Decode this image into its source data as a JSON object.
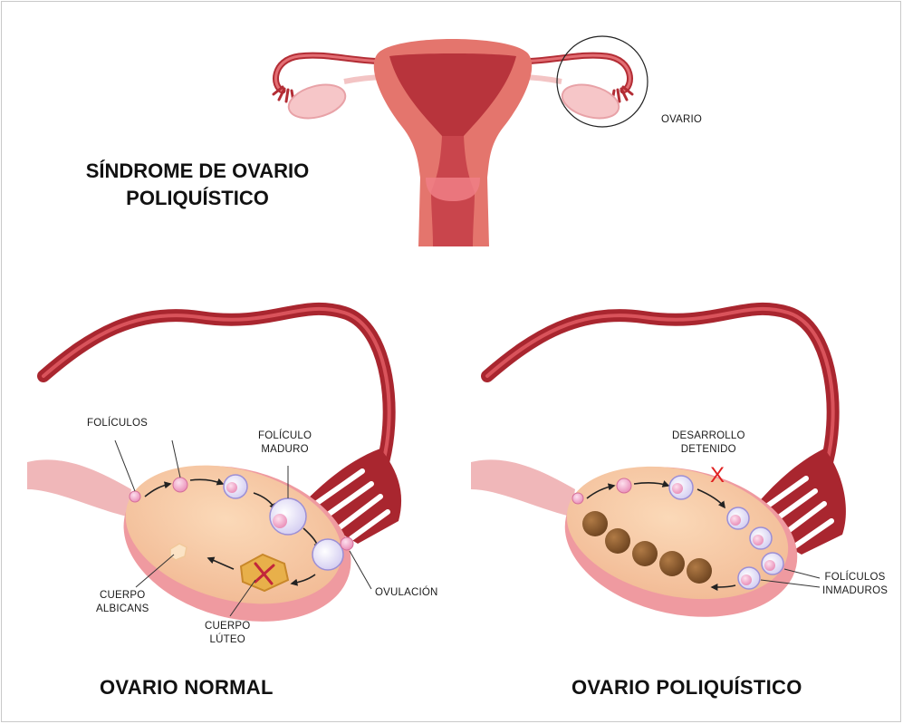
{
  "title": {
    "line1": "SÍNDROME DE OVARIO",
    "line2": "POLIQUÍSTICO"
  },
  "uterus": {
    "ovary_label": "OVARIO"
  },
  "normal": {
    "title": "OVARIO NORMAL",
    "labels": {
      "foliculos": "FOLÍCULOS",
      "foliculo_maduro_1": "FOLÍCULO",
      "foliculo_maduro_2": "MADURO",
      "ovulacion": "OVULACIÓN",
      "cuerpo_albicans_1": "CUERPO",
      "cuerpo_albicans_2": "ALBICANS",
      "cuerpo_luteo_1": "CUERPO",
      "cuerpo_luteo_2": "LÚTEO"
    }
  },
  "polycystic": {
    "title": "OVARIO POLIQUÍSTICO",
    "labels": {
      "desarrollo_1": "DESARROLLO",
      "desarrollo_2": "DETENIDO",
      "stop_mark": "X",
      "inmaduros_1": "FOLÍCULOS",
      "inmaduros_2": "INMADUROS"
    }
  },
  "colors": {
    "uterus_outer": "#e4756d",
    "uterus_inner": "#b8343c",
    "tube": "#b32d35",
    "ovary_fill": "#f6c9a2",
    "ovary_rim": "#ef9aa0",
    "follicle": "#f3aac8",
    "cyst": "#8a5a2d",
    "stop_mark": "#e02020"
  }
}
